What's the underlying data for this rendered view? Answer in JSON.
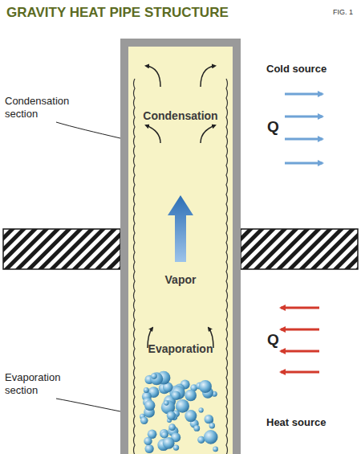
{
  "diagram": {
    "title": "GRAVITY HEAT PIPE STRUCTURE",
    "nodes": [
      {
        "text": [
          "Condensation",
          "Vapor",
          "Evaporation"
        ]
      }
    ],
    "labels": [
      "FIG. 1",
      "Condensation section",
      "Cold source",
      "Q",
      "Evaporation section",
      "Q",
      "Heat source"
    ]
  }
}
